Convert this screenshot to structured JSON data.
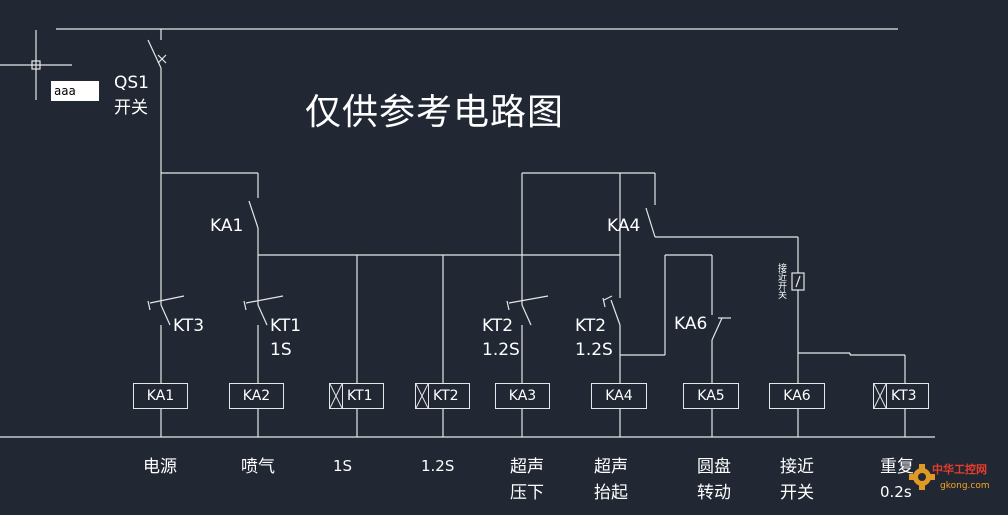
{
  "title": "仅供参考电路图",
  "cursor_input": "aaa",
  "switch_main": {
    "name": "QS1",
    "label": "开关"
  },
  "contacts": {
    "ka1": "KA1",
    "ka4": "KA4",
    "kt3": "KT3",
    "kt1": "KT1",
    "kt1_time": "1S",
    "kt2_a": "KT2",
    "kt2_a_time": "1.2S",
    "kt2_b": "KT2",
    "kt2_b_time": "1.2S",
    "ka6": "KA6",
    "proximity_vertical": "接近开关"
  },
  "coils": [
    "KA1",
    "KA2",
    "KT1",
    "KT2",
    "KA3",
    "KA4",
    "KA5",
    "KA6",
    "KT3"
  ],
  "captions": [
    {
      "line1": "电源",
      "line2": ""
    },
    {
      "line1": "喷气",
      "line2": ""
    },
    {
      "line1": "1S",
      "line2": ""
    },
    {
      "line1": "1.2S",
      "line2": ""
    },
    {
      "line1": "超声",
      "line2": "压下"
    },
    {
      "line1": "超声",
      "line2": "抬起"
    },
    {
      "line1": "圆盘",
      "line2": "转动"
    },
    {
      "line1": "接近",
      "line2": "开关"
    },
    {
      "line1": "重复",
      "line2": "0.2s"
    }
  ],
  "watermark": {
    "text": "中华工控网",
    "url": "gkong.com"
  },
  "colors": {
    "background": "#212833",
    "lines": "#e6e6e6",
    "watermark": "#f5a623"
  }
}
